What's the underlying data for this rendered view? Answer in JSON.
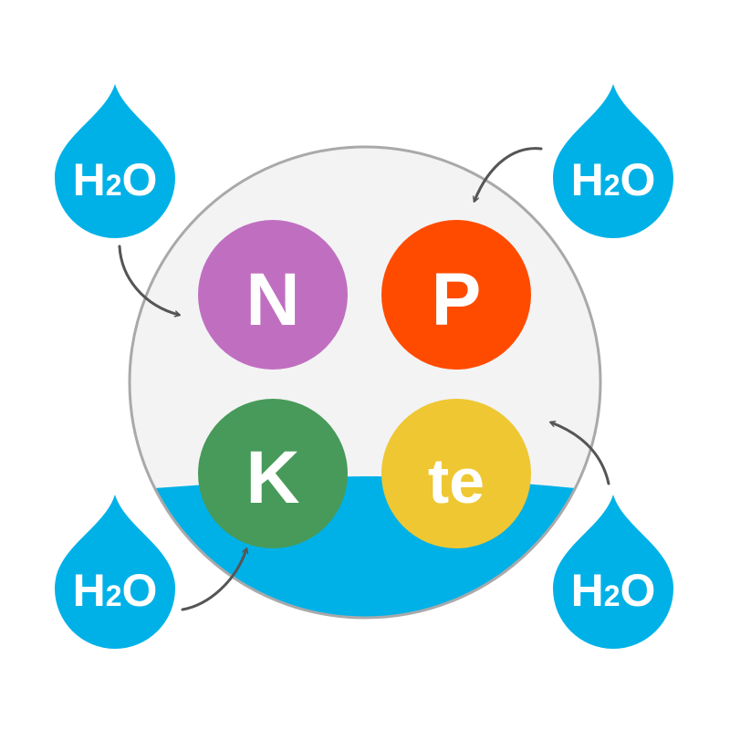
{
  "colors": {
    "background": "#ffffff",
    "vessel_fill": "#f3f3f4",
    "vessel_stroke": "#a9a9ab",
    "water": "#00b1e7",
    "drop": "#00b1e7",
    "arrow": "#555555",
    "label_text": "#ffffff"
  },
  "nutrients": [
    {
      "id": "n",
      "label": "N",
      "color": "#c06fc0"
    },
    {
      "id": "p",
      "label": "P",
      "color": "#ff4b00"
    },
    {
      "id": "k",
      "label": "K",
      "color": "#479a59"
    },
    {
      "id": "te",
      "label": "te",
      "color": "#eec732"
    }
  ],
  "drops": [
    {
      "position": "top-left",
      "label_main": "H",
      "label_sub": "2",
      "label_end": "O"
    },
    {
      "position": "top-right",
      "label_main": "H",
      "label_sub": "2",
      "label_end": "O"
    },
    {
      "position": "bottom-left",
      "label_main": "H",
      "label_sub": "2",
      "label_end": "O"
    },
    {
      "position": "bottom-right",
      "label_main": "H",
      "label_sub": "2",
      "label_end": "O"
    }
  ],
  "icons": {
    "vessel": "circle-vessel-icon",
    "water": "water-level-icon",
    "drop": "water-drop-icon",
    "arrow": "curved-arrow-icon"
  }
}
